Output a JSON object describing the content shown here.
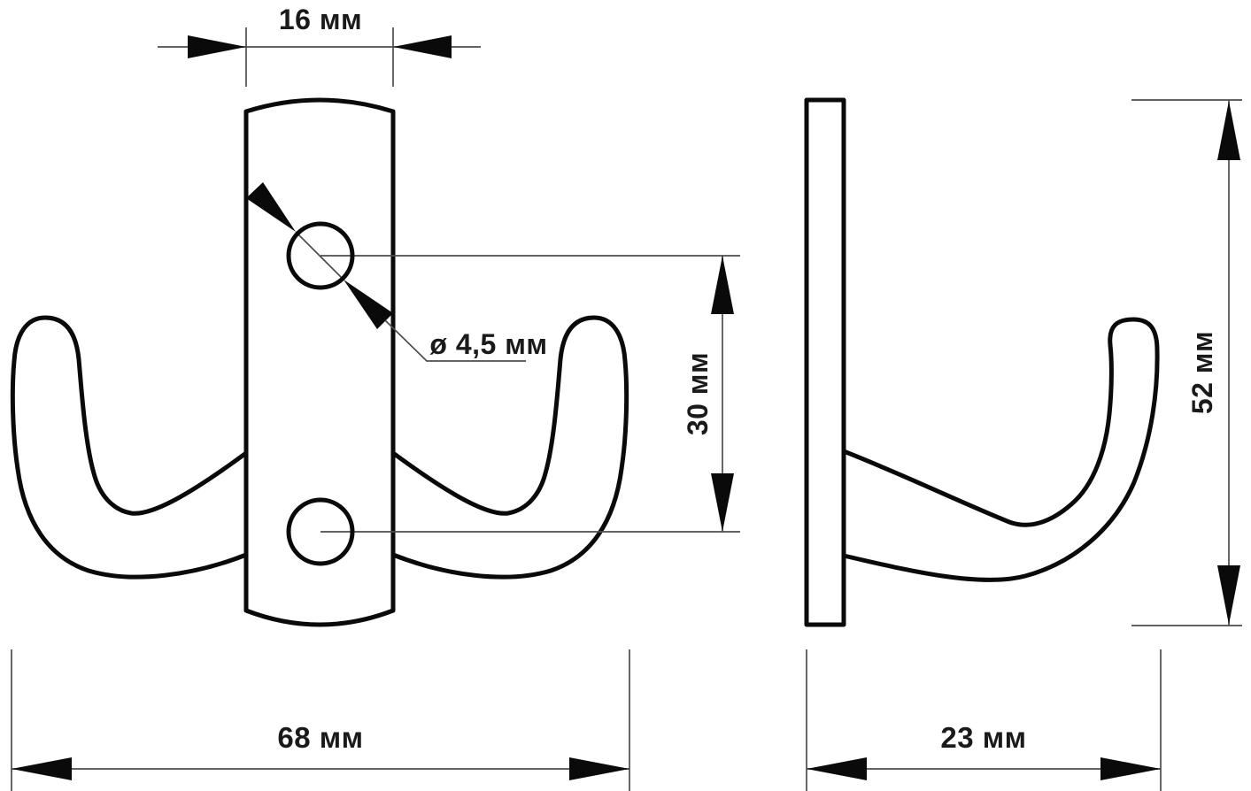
{
  "drawing": {
    "background": "#ffffff",
    "line_color": "#0a0a0a",
    "thin_line_color": "#4d4d4d",
    "text_color": "#1a1a1a",
    "dimensions": {
      "plate_width": "16 мм",
      "hole_diameter": "ø 4,5 мм",
      "hole_spacing": "30 мм",
      "height": "52 мм",
      "overall_width": "68 мм",
      "depth": "23 мм"
    }
  }
}
